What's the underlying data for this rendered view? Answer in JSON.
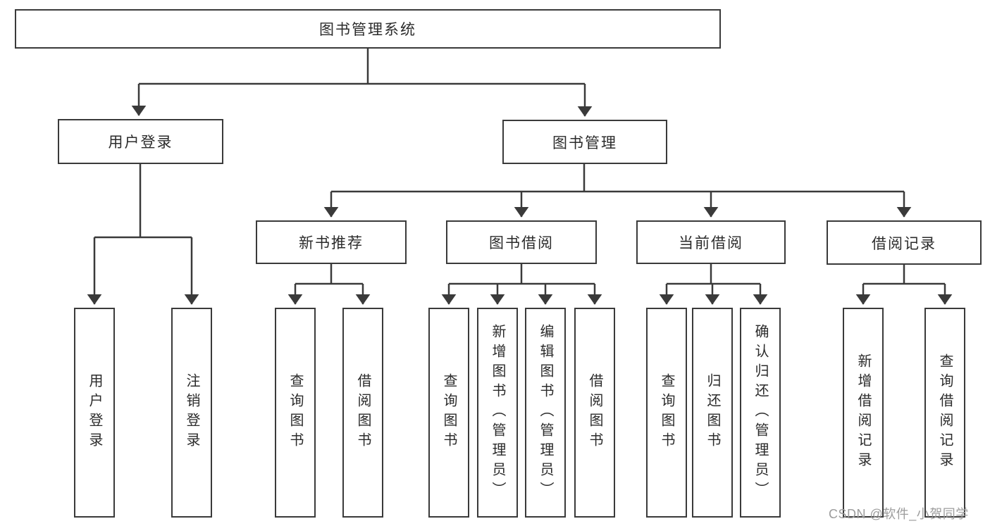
{
  "diagram": {
    "root": {
      "label": "图书管理系统"
    },
    "level2": [
      {
        "label": "用户登录"
      },
      {
        "label": "图书管理"
      }
    ],
    "level3": [
      {
        "label": "新书推荐"
      },
      {
        "label": "图书借阅"
      },
      {
        "label": "当前借阅"
      },
      {
        "label": "借阅记录"
      }
    ],
    "leaves": {
      "user": [
        "用户登录",
        "注销登录"
      ],
      "recommend": [
        "查询图书",
        "借阅图书"
      ],
      "borrow": [
        "查询图书",
        "新增图书（管理员）",
        "编辑图书（管理员）",
        "借阅图书"
      ],
      "current": [
        "查询图书",
        "归还图书",
        "确认归还（管理员）"
      ],
      "records": [
        "新增借阅记录",
        "查询借阅记录"
      ]
    }
  },
  "watermark": {
    "text": "CSDN @软件_小贺同学",
    "color": "#9c9c9c"
  },
  "colors": {
    "line": "#3a3a3a",
    "border": "#3a3a3a",
    "text": "#2b2b2b",
    "fill": "#ffffff",
    "background": "#ffffff"
  }
}
